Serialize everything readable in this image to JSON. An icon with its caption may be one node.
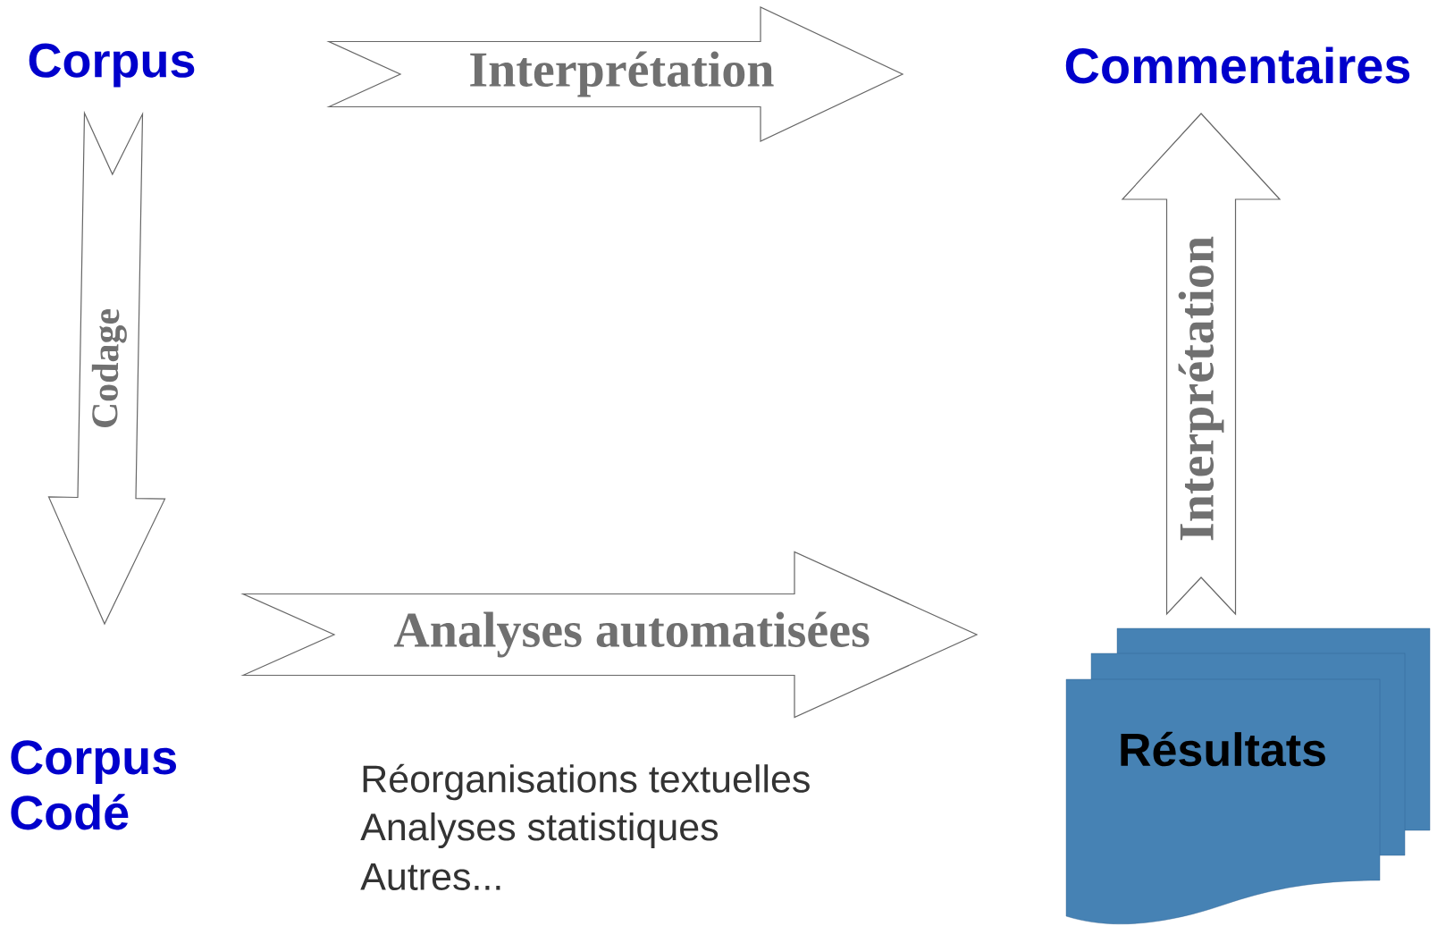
{
  "diagram": {
    "nodes": [
      {
        "text": [
          "Corpus"
        ]
      },
      {
        "text": [
          "Commentaires"
        ]
      },
      {
        "text": [
          "Corpus Codé"
        ]
      },
      {
        "text": [
          "Résultats"
        ]
      }
    ],
    "edges": [
      {
        "from": 0,
        "to": 1,
        "arrow": "to",
        "label": "Interprétation"
      },
      {
        "from": 0,
        "to": 2,
        "arrow": "to",
        "label": "Codage"
      },
      {
        "from": 2,
        "to": 3,
        "arrow": "to",
        "label": "Analyses automatisées"
      },
      {
        "from": 3,
        "to": 1,
        "arrow": "to",
        "label": "Interprétation"
      }
    ],
    "labels": [
      "Réorganisations textuelles",
      "Analyses statistiques",
      "Autres..."
    ]
  }
}
